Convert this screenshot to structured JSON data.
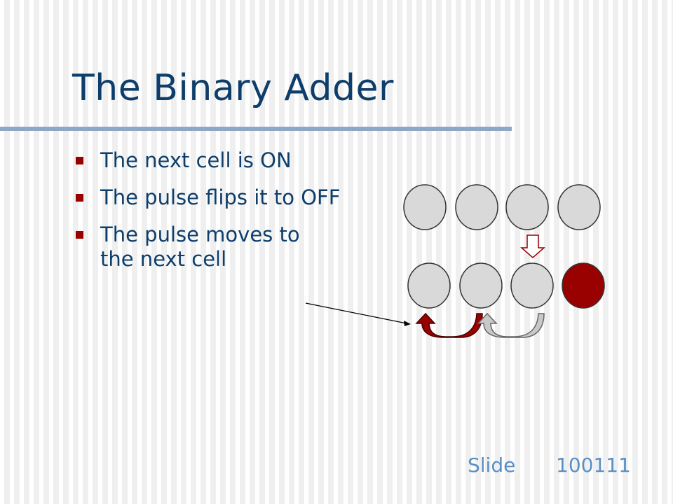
{
  "slide": {
    "title": "The Binary Adder",
    "bullets": [
      "The next cell is ON",
      "The pulse flips it to OFF",
      "The pulse moves to the next cell"
    ],
    "footer": {
      "label": "Slide",
      "number": "100111"
    }
  },
  "diagram": {
    "top_row_cells": [
      "off",
      "off",
      "off",
      "off"
    ],
    "bottom_row_cells": [
      "off",
      "off",
      "off",
      "on"
    ],
    "colors": {
      "off_fill": "#d9d9d9",
      "on_fill": "#990000",
      "title": "#0d3e6b",
      "rule": "#8ea7c6",
      "footer": "#5a8fc4",
      "active_arrow": "#990000",
      "inactive_arrow": "#c8c8c8"
    }
  }
}
